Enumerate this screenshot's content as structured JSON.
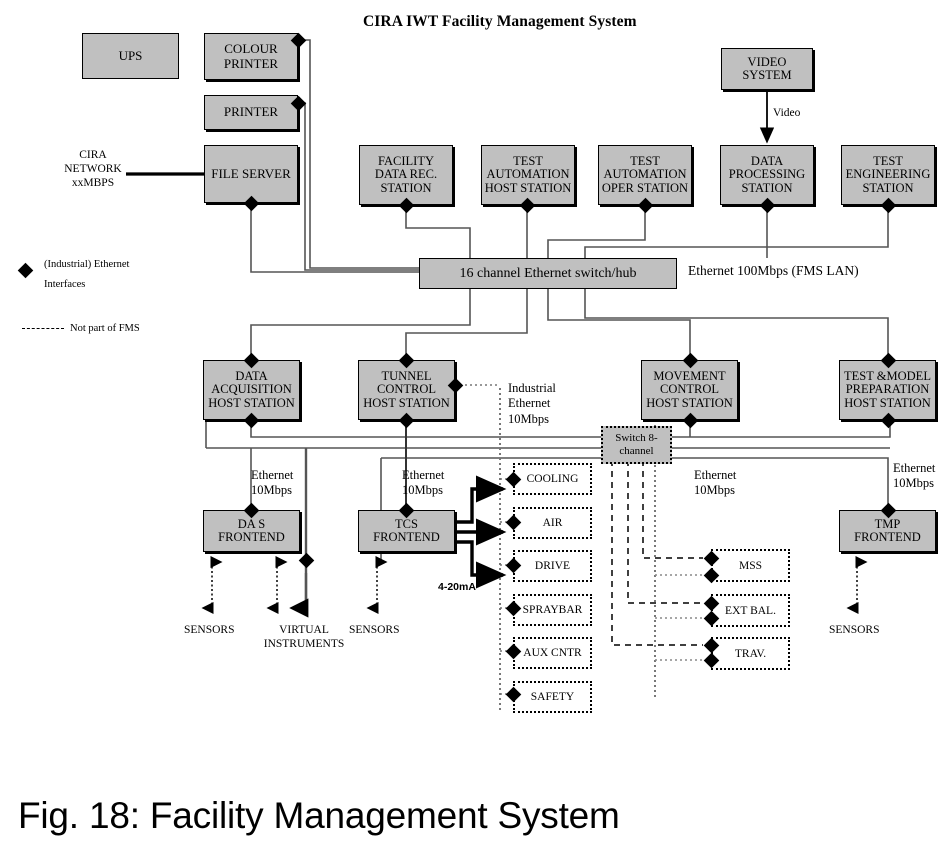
{
  "figure": {
    "title": "CIRA IWT Facility Management System",
    "caption": "Fig. 18: Facility Management System"
  },
  "legend": {
    "diamond_icon": "diamond-interface-icon",
    "diamond_label_line1": "(Industrial) Ethernet",
    "diamond_label_line2": "Interfaces",
    "dashed_label": "Not part of FMS"
  },
  "colors": {
    "box_fill": "#c0c0c0",
    "box_stroke": "#000000",
    "wire": "#555555",
    "page_bg": "#ffffff"
  },
  "nodes": {
    "ups": "UPS",
    "colour_printer": "COLOUR\nPRINTER",
    "printer": "PRINTER",
    "file_server": "FILE\nSERVER",
    "video_system": "VIDEO\nSYSTEM",
    "facility_data_rec": "FACILITY\nDATA  REC.\nSTATION",
    "test_auto_host": "TEST\nAUTOMATION\nHOST STATION",
    "test_auto_oper": "TEST\nAUTOMATION\nOPER STATION",
    "data_processing": "DATA\nPROCESSING\nSTATION",
    "test_engineering": "TEST\nENGINEERING\nSTATION",
    "switch_hub": "16 channel Ethernet switch/hub",
    "data_acquisition_host": "DATA\nACQUISITION\nHOST STATION",
    "tunnel_control_host": "TUNNEL\nCONTROL\nHOST STATION",
    "movement_control_host": "MOVEMENT\nCONTROL\nHOST STATION",
    "test_model_prep_host": "TEST &MODEL\nPREPARATION\nHOST STATION",
    "switch_8channel": "Switch\n8-channel",
    "das_frontend": "DA S\nFRONTEND",
    "tcs_frontend": "TCS\nFRONTEND",
    "tmp_frontend": "TMP\nFRONTEND"
  },
  "subsystems": [
    {
      "label": "COOLING"
    },
    {
      "label": "AIR"
    },
    {
      "label": "DRIVE"
    },
    {
      "label": "SPRAYBAR"
    },
    {
      "label": "AUX CNTR"
    },
    {
      "label": "SAFETY"
    }
  ],
  "movement_subsystems": [
    {
      "label": "MSS"
    },
    {
      "label": "EXT BAL."
    },
    {
      "label": "TRAV."
    }
  ],
  "labels": {
    "cira_network": "CIRA\nNETWORK\nxxMBPS",
    "video_link": "Video",
    "fms_lan": "Ethernet 100Mbps (FMS LAN)",
    "industrial_ethernet": "Industrial\nEthernet\n10Mbps",
    "eth_das": "Ethernet\n10Mbps",
    "eth_tcs": "Ethernet\n10Mbps",
    "eth_movement": "Ethernet\n10Mbps",
    "eth_tmp": "Ethernet\n10Mbps",
    "current_loop": "4-20mA",
    "sensors_das": "SENSORS",
    "virtual_instruments": "VIRTUAL\nINSTRUMENTS",
    "sensors_tcs": "SENSORS",
    "sensors_tmp": "SENSORS"
  }
}
